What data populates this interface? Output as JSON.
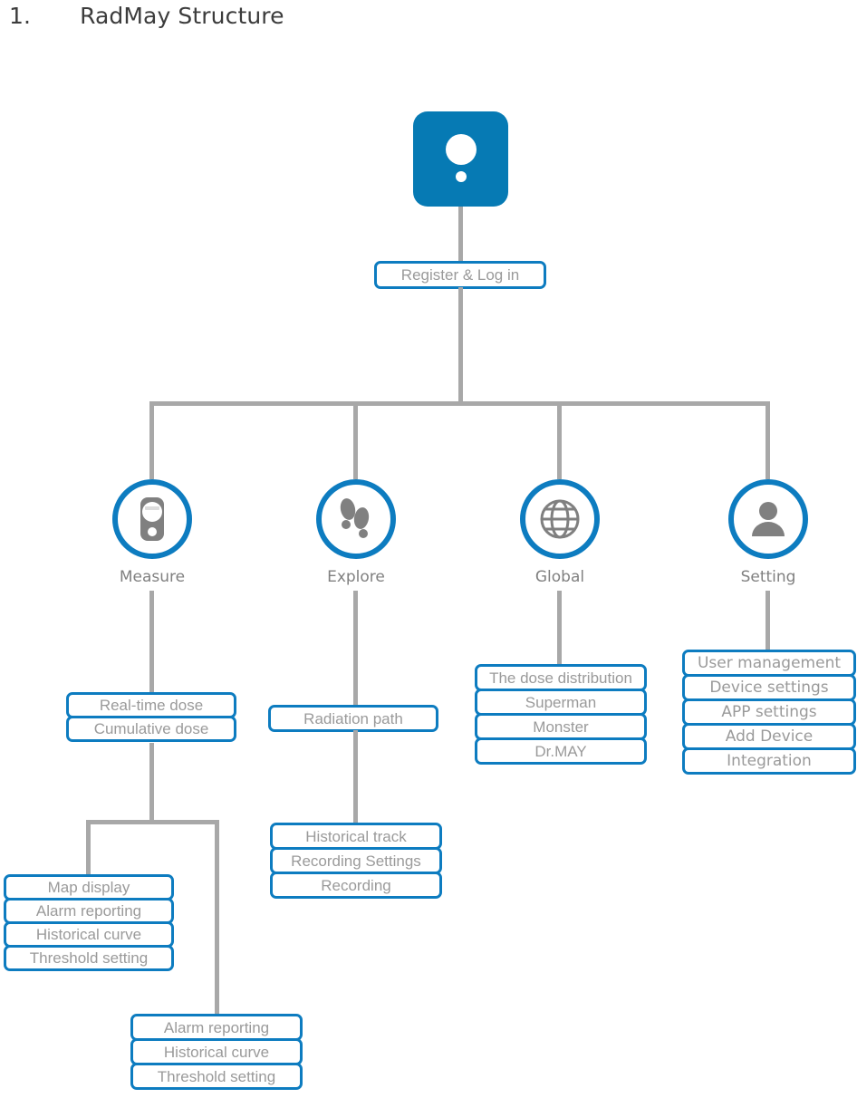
{
  "title": {
    "number": "1.",
    "text": "RadMay Structure"
  },
  "colors": {
    "brand_blue": "#0d7cc0",
    "logo_blue": "#067ab4",
    "connector_gray": "#a8a8a8",
    "box_text_gray": "#9a9a9a",
    "label_gray": "#808080",
    "title_gray": "#3c3c3c",
    "icon_gray": "#808080"
  },
  "logo": {
    "icon": "radmay-app-icon"
  },
  "auth": {
    "label": "Register & Log in"
  },
  "sections": [
    {
      "id": "measure",
      "label": "Measure",
      "icon": "dosimeter-device-icon"
    },
    {
      "id": "explore",
      "label": "Explore",
      "icon": "footprints-icon"
    },
    {
      "id": "global",
      "label": "Global",
      "icon": "globe-icon"
    },
    {
      "id": "setting",
      "label": "Setting",
      "icon": "user-person-icon"
    }
  ],
  "measure": {
    "primary": [
      "Real-time dose",
      "Cumulative dose"
    ],
    "left_children": [
      "Map display",
      "Alarm reporting",
      "Historical curve",
      "Threshold setting"
    ],
    "right_children": [
      "Alarm reporting",
      "Historical curve",
      "Threshold setting"
    ]
  },
  "explore": {
    "primary": [
      "Radiation path"
    ],
    "children": [
      "Historical track",
      "Recording Settings",
      "Recording"
    ]
  },
  "global": {
    "children": [
      "The dose distribution",
      "Superman",
      "Monster",
      "Dr.MAY"
    ]
  },
  "setting": {
    "children": [
      "User management",
      "Device settings",
      "APP settings",
      "Add Device",
      "Integration"
    ]
  }
}
